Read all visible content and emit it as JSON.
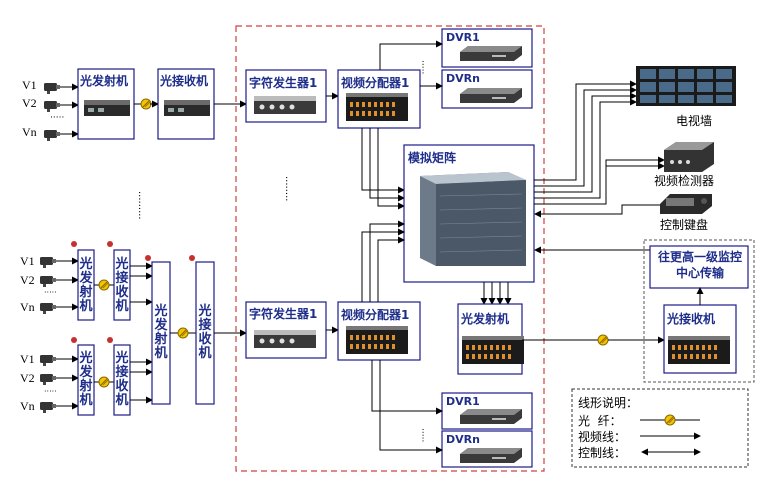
{
  "inputs_top": [
    "V1",
    "V2",
    "Vn"
  ],
  "inputs_g1": [
    "V1",
    "V2",
    "Vn"
  ],
  "inputs_g2": [
    "V1",
    "V2",
    "Vn"
  ],
  "top_tx": "光发射机",
  "top_rx": "光接收机",
  "small_tx": "光发射机",
  "small_rx": "光接收机",
  "mux_tx": "光发射机",
  "mux_rx": "光接收机",
  "char_gen_top": "字符发生器1",
  "char_gen_bottom": "字符发生器1",
  "splitter_top": "视频分配器1",
  "splitter_bottom": "视频分配器1",
  "dvr1": "DVR1",
  "dvrn": "DVRn",
  "matrix": "模拟矩阵",
  "matrix_tx": "光发射机",
  "remote_rx": "光接收机",
  "upper_center": [
    "往更高一级监控",
    "中心传输"
  ],
  "tv_wall": "电视墙",
  "video_detector": "视频检测器",
  "keyboard": "控制键盘",
  "legend": {
    "title": "线形说明：",
    "fiber": "光  纤：",
    "video": "视频线：",
    "control": "控制线："
  },
  "colors": {
    "label": "#1f2e8a",
    "box_border": "#1c1c8a",
    "dashed_red": "#d04040",
    "fiber": "#e8b000"
  },
  "icons": [
    "camera-icon",
    "fiber-coupler-icon",
    "device-icon",
    "dvr-icon",
    "monitor-wall-icon",
    "keyboard-icon"
  ]
}
